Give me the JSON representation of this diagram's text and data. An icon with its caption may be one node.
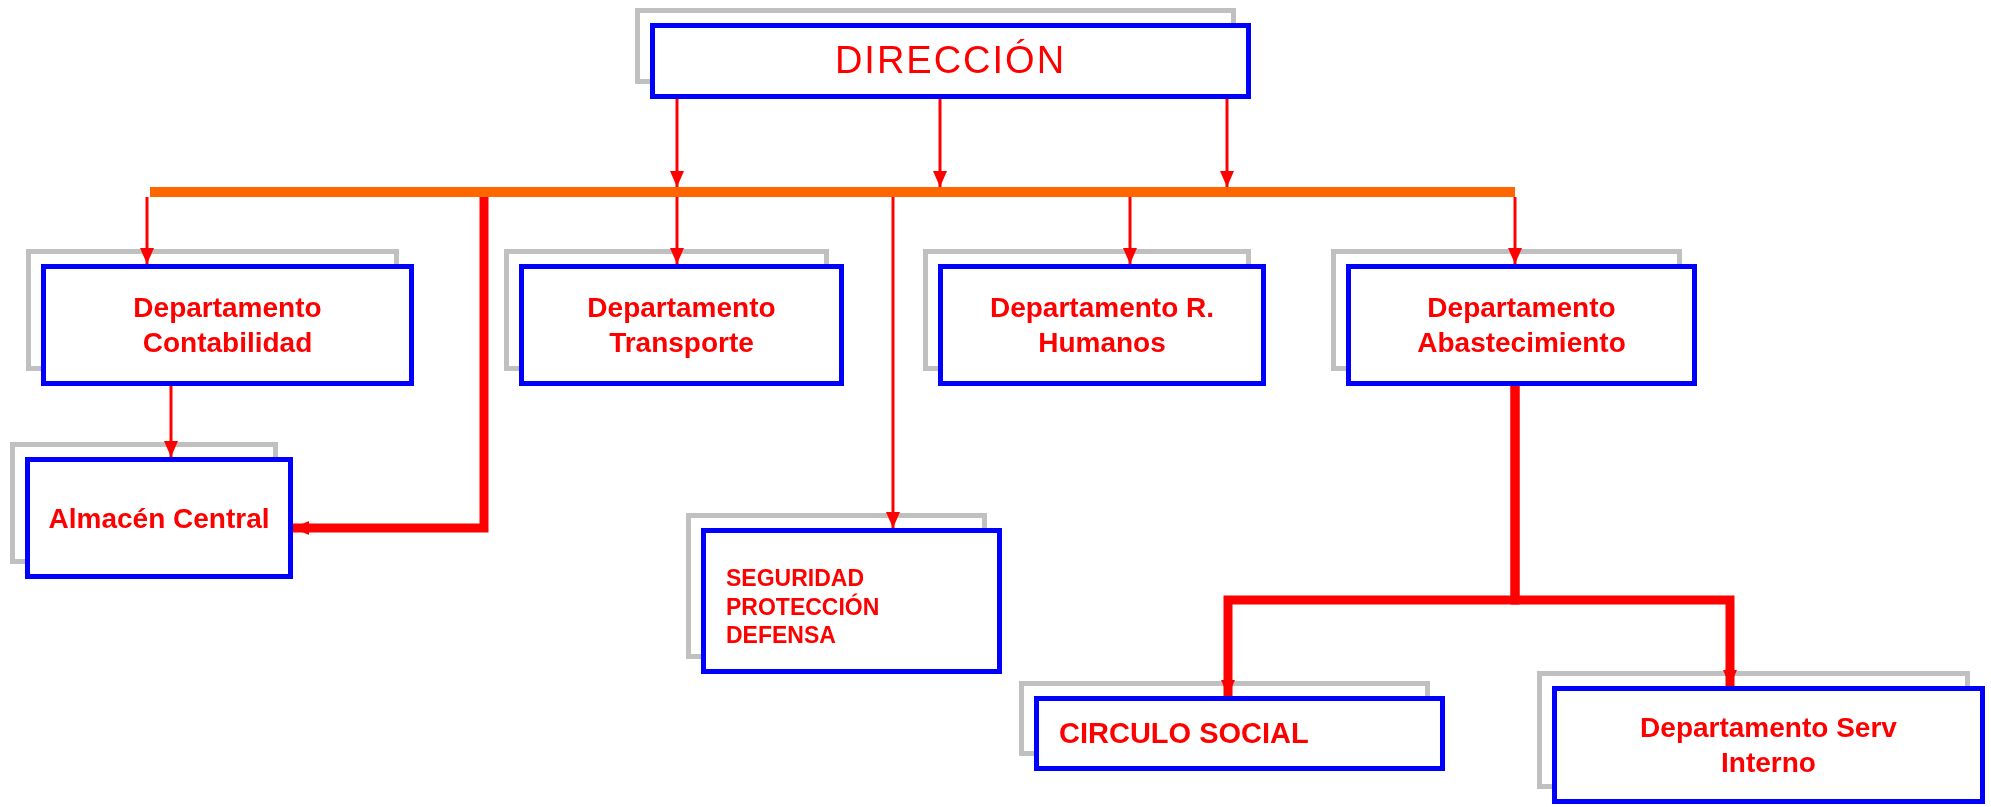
{
  "diagram": {
    "nodes": [
      {
        "text": [
          "DIRECCIÓN"
        ]
      },
      {
        "text": [],
        "shape": "bar"
      },
      {
        "text": [
          "Departamento Contabilidad"
        ]
      },
      {
        "text": [
          "Departamento Transporte"
        ]
      },
      {
        "text": [
          "Departamento R. Humanos"
        ]
      },
      {
        "text": [
          "Departamento Abastecimiento"
        ]
      },
      {
        "text": [
          "Almacén Central"
        ]
      },
      {
        "text": [
          "SEGURIDAD PROTECCIÓN DEFENSA"
        ]
      },
      {
        "text": [
          "CIRCULO SOCIAL"
        ]
      },
      {
        "text": [
          "Departamento Serv Interno"
        ]
      }
    ],
    "edges": [
      {
        "from": 0,
        "to": 1,
        "arrow": "to"
      },
      {
        "from": 0,
        "to": 1,
        "arrow": "to"
      },
      {
        "from": 0,
        "to": 1,
        "arrow": "to"
      },
      {
        "from": 1,
        "to": 2,
        "arrow": "to"
      },
      {
        "from": 1,
        "to": 3,
        "arrow": "to"
      },
      {
        "from": 1,
        "to": 4,
        "arrow": "to"
      },
      {
        "from": 1,
        "to": 5,
        "arrow": "to"
      },
      {
        "from": 1,
        "to": 6,
        "arrow": "to",
        "style": "thick"
      },
      {
        "from": 1,
        "to": 7,
        "arrow": "to"
      },
      {
        "from": 2,
        "to": 6,
        "arrow": "to"
      },
      {
        "from": 5,
        "to": 8,
        "arrow": "to",
        "style": "thick"
      },
      {
        "from": 5,
        "to": 9,
        "arrow": "to",
        "style": "thick"
      }
    ]
  }
}
